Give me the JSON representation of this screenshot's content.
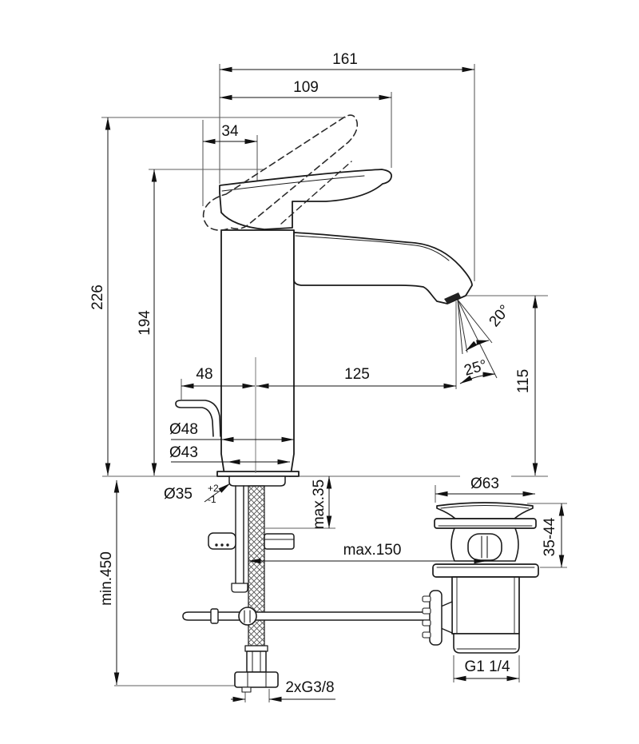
{
  "drawing": {
    "type": "faucet-installation-dimension-drawing",
    "units": "mm",
    "colors": {
      "object": "#1b1b1b",
      "dimension": "#111111",
      "reference": "#5f5f5f",
      "text": "#111111",
      "background": "#ffffff",
      "aerator": "#222222"
    },
    "dimensions": {
      "overall_length": "161",
      "spout_top_length": "109",
      "handle_width": "34",
      "overall_height": "226",
      "handle_height": "194",
      "rear_offset": "48",
      "spout_reach": "125",
      "outlet_height": "115",
      "handle_angle": "20°",
      "outlet_angle": "25°",
      "body_diameter": "Ø48",
      "base_diameter": "Ø43",
      "hole_diameter": "Ø35",
      "hole_tol_plus": "+2",
      "hole_tol_minus": "-1",
      "max_deck_thickness": "max.35",
      "max_pivot_distance": "max.150",
      "min_clearance": "min.450",
      "waste_flange_diameter": "Ø63",
      "waste_height_range": "35-44",
      "waste_outlet_thread": "G1 1/4",
      "supply_connection": "2xG3/8"
    }
  }
}
